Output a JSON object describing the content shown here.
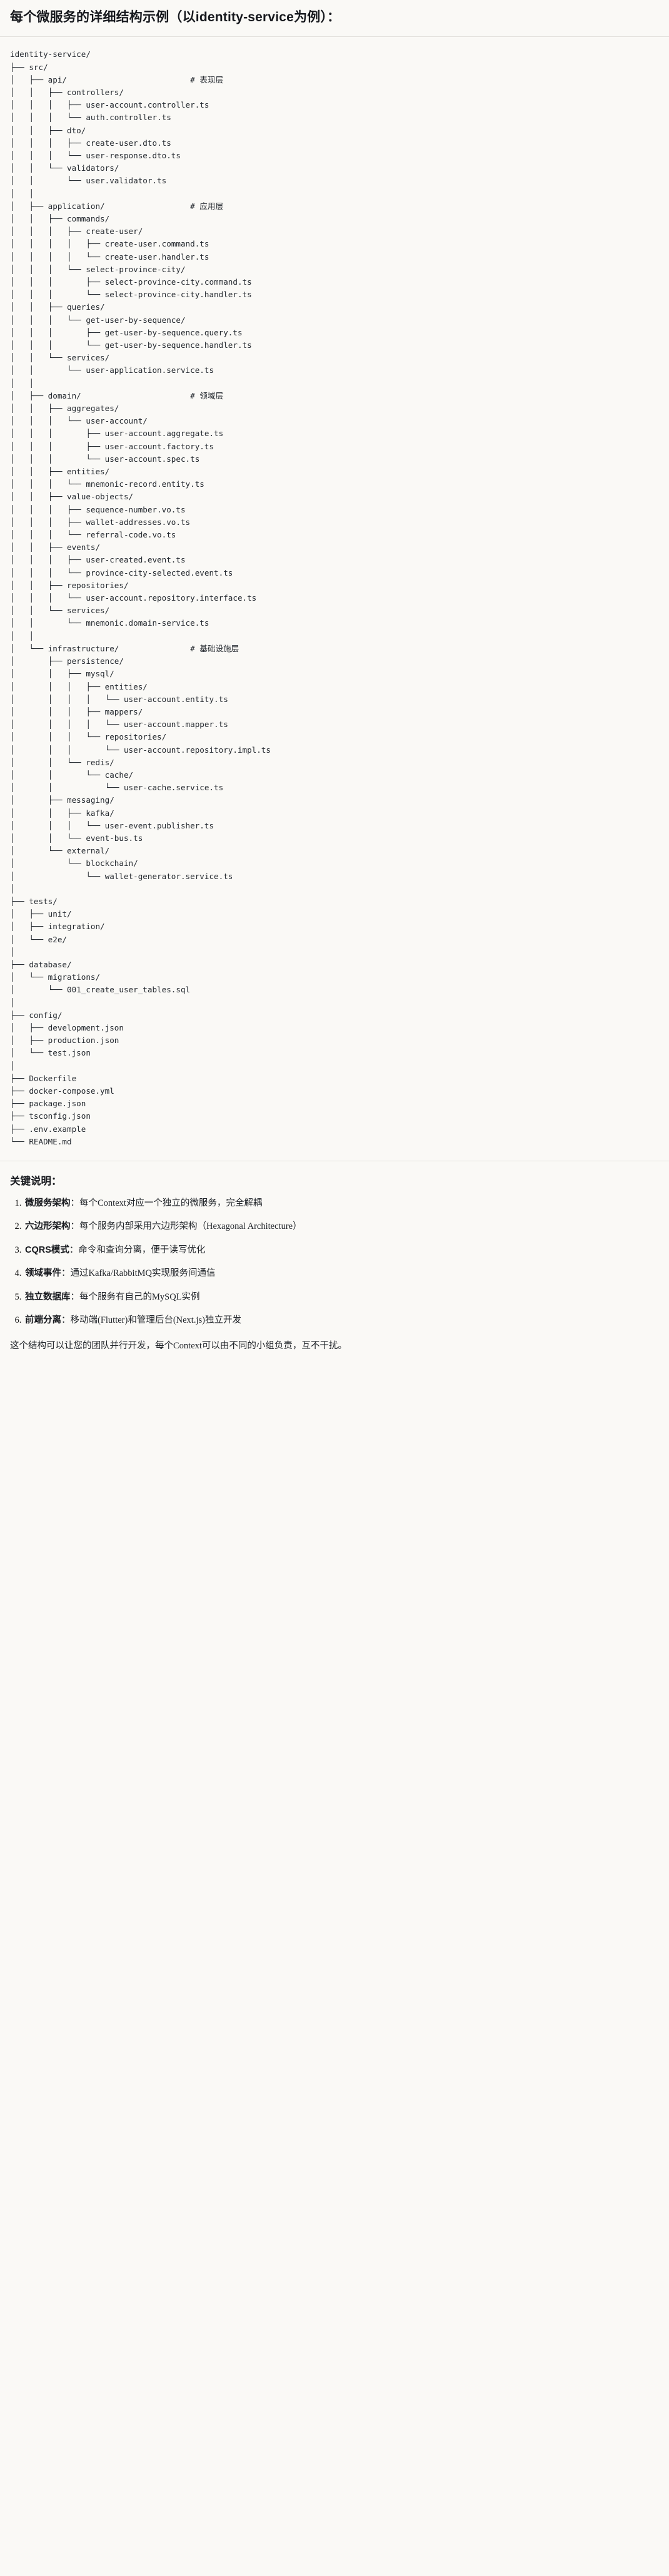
{
  "heading": {
    "title": "每个微服务的详细结构示例（以identity-service为例）："
  },
  "tree": {
    "root": "identity-service/",
    "text": "identity-service/\n├── src/\n│   ├── api/                          # 表现层\n│   │   ├── controllers/\n│   │   │   ├── user-account.controller.ts\n│   │   │   └── auth.controller.ts\n│   │   ├── dto/\n│   │   │   ├── create-user.dto.ts\n│   │   │   └── user-response.dto.ts\n│   │   └── validators/\n│   │       └── user.validator.ts\n│   │\n│   ├── application/                  # 应用层\n│   │   ├── commands/\n│   │   │   ├── create-user/\n│   │   │   │   ├── create-user.command.ts\n│   │   │   │   └── create-user.handler.ts\n│   │   │   └── select-province-city/\n│   │   │       ├── select-province-city.command.ts\n│   │   │       └── select-province-city.handler.ts\n│   │   ├── queries/\n│   │   │   └── get-user-by-sequence/\n│   │   │       ├── get-user-by-sequence.query.ts\n│   │   │       └── get-user-by-sequence.handler.ts\n│   │   └── services/\n│   │       └── user-application.service.ts\n│   │\n│   ├── domain/                       # 领域层\n│   │   ├── aggregates/\n│   │   │   └── user-account/\n│   │   │       ├── user-account.aggregate.ts\n│   │   │       ├── user-account.factory.ts\n│   │   │       └── user-account.spec.ts\n│   │   ├── entities/\n│   │   │   └── mnemonic-record.entity.ts\n│   │   ├── value-objects/\n│   │   │   ├── sequence-number.vo.ts\n│   │   │   ├── wallet-addresses.vo.ts\n│   │   │   └── referral-code.vo.ts\n│   │   ├── events/\n│   │   │   ├── user-created.event.ts\n│   │   │   └── province-city-selected.event.ts\n│   │   ├── repositories/\n│   │   │   └── user-account.repository.interface.ts\n│   │   └── services/\n│   │       └── mnemonic.domain-service.ts\n│   │\n│   └── infrastructure/               # 基础设施层\n│       ├── persistence/\n│       │   ├── mysql/\n│       │   │   ├── entities/\n│       │   │   │   └── user-account.entity.ts\n│       │   │   ├── mappers/\n│       │   │   │   └── user-account.mapper.ts\n│       │   │   └── repositories/\n│       │   │       └── user-account.repository.impl.ts\n│       │   └── redis/\n│       │       └── cache/\n│       │           └── user-cache.service.ts\n│       ├── messaging/\n│       │   ├── kafka/\n│       │   │   └── user-event.publisher.ts\n│       │   └── event-bus.ts\n│       └── external/\n│           └── blockchain/\n│               └── wallet-generator.service.ts\n│\n├── tests/\n│   ├── unit/\n│   ├── integration/\n│   └── e2e/\n│\n├── database/\n│   └── migrations/\n│       └── 001_create_user_tables.sql\n│\n├── config/\n│   ├── development.json\n│   ├── production.json\n│   └── test.json\n│\n├── Dockerfile\n├── docker-compose.yml\n├── package.json\n├── tsconfig.json\n├── .env.example\n└── README.md",
    "layer_comments": [
      {
        "path": "api/",
        "comment": "# 表现层"
      },
      {
        "path": "application/",
        "comment": "# 应用层"
      },
      {
        "path": "domain/",
        "comment": "# 领域层"
      },
      {
        "path": "infrastructure/",
        "comment": "# 基础设施层"
      }
    ]
  },
  "notes": {
    "title": "关键说明：",
    "items": [
      {
        "term": "微服务架构",
        "sep": "：",
        "desc": "每个Context对应一个独立的微服务，完全解耦"
      },
      {
        "term": "六边形架构",
        "sep": "：",
        "desc": "每个服务内部采用六边形架构（Hexagonal Architecture）"
      },
      {
        "term": "CQRS模式",
        "sep": "：",
        "desc": "命令和查询分离，便于读写优化"
      },
      {
        "term": "领域事件",
        "sep": "：",
        "desc": "通过Kafka/RabbitMQ实现服务间通信"
      },
      {
        "term": "独立数据库",
        "sep": "：",
        "desc": "每个服务有自己的MySQL实例"
      },
      {
        "term": "前端分离",
        "sep": "：",
        "desc": "移动端(Flutter)和管理后台(Next.js)独立开发"
      }
    ],
    "closing": "这个结构可以让您的团队并行开发，每个Context可以由不同的小组负责，互不干扰。"
  }
}
